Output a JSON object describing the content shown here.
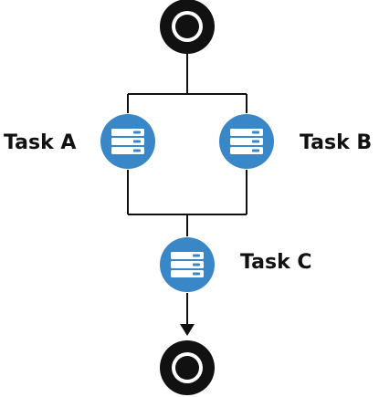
{
  "diagram": {
    "tasks": [
      {
        "id": "task-a",
        "label": "Task A"
      },
      {
        "id": "task-b",
        "label": "Task B"
      },
      {
        "id": "task-c",
        "label": "Task C"
      }
    ],
    "colors": {
      "task_fill": "#3a87c8",
      "server_fill": "#ffffff",
      "line": "#111111",
      "terminal": "#111111",
      "terminal_ring": "#ffffff"
    },
    "icons": {
      "task": "server-icon",
      "start": "start-node-icon",
      "end": "end-node-icon"
    }
  }
}
